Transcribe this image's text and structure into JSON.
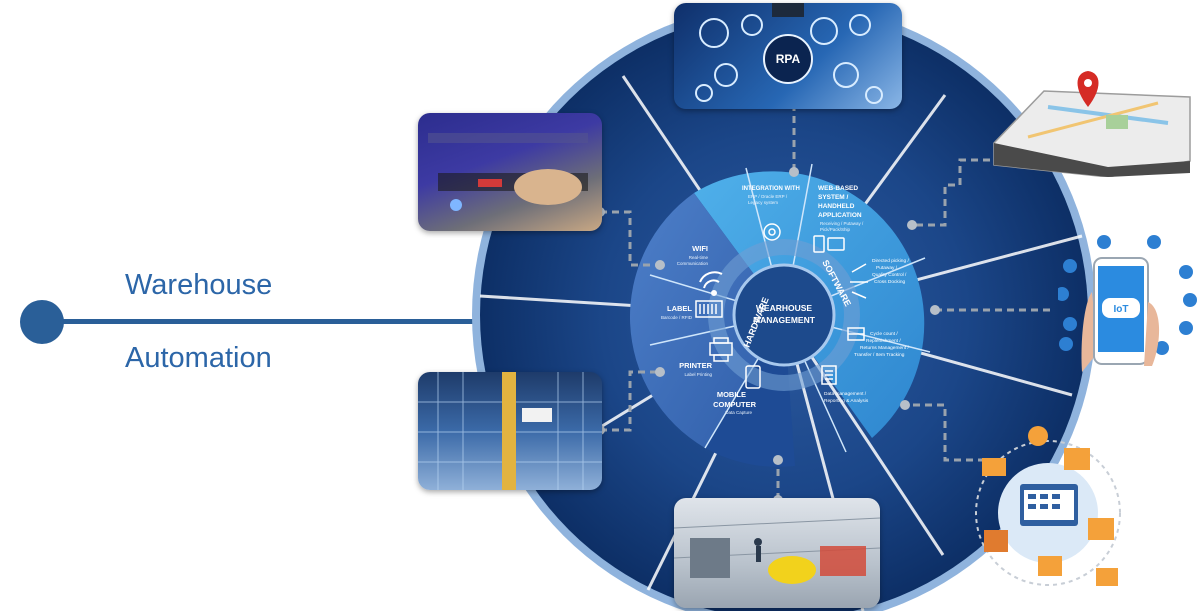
{
  "left_label": {
    "line1": "Warehouse",
    "line2": "Automation"
  },
  "center": {
    "line1": "WEARHOUSE",
    "line2": "MANAGEMENT"
  },
  "ring_labels": {
    "hardware": "HARDWARE",
    "software": "SOFTWARE"
  },
  "hardware_segments": [
    {
      "title": "WIFI",
      "sub1": "Real-time",
      "sub2": "Communication"
    },
    {
      "title": "LABEL",
      "sub1": "Barcode / RFID",
      "sub2": ""
    },
    {
      "title": "PRINTER",
      "sub1": "Label Printing",
      "sub2": ""
    },
    {
      "title": "MOBILE",
      "title2": "COMPUTER",
      "sub1": "Data Capture"
    }
  ],
  "software_segments": [
    {
      "title": "INTEGRATION WITH",
      "sub1": "ERP / Oracle ERP /",
      "sub2": "Legacy system"
    },
    {
      "title": "WEB-BASED",
      "title2": "SYSTEM /",
      "title3": "HANDHELD",
      "title4": "APPLICATION",
      "sub1": "Receiving / Putaway /",
      "sub2": "Pick/Pack/Ship"
    },
    {
      "title": "Directed picking /",
      "sub1": "Putaway /",
      "sub2": "Quality Control /",
      "sub3": "Cross Docking"
    },
    {
      "title": "Cycle count /",
      "sub1": "Replenishment /",
      "sub2": "Returns Management /",
      "sub3": "Transfer / Item Tracking"
    },
    {
      "title": "Data management /",
      "sub1": "Reporting & Analysis"
    }
  ],
  "photo_labels": {
    "rpa": "RPA",
    "iot": "IoT"
  },
  "colors": {
    "accent": "#2a5f98",
    "wheel_dark": "#0f3a78",
    "ring": "#6f9fd4",
    "light_blue": "#46a6e2"
  }
}
